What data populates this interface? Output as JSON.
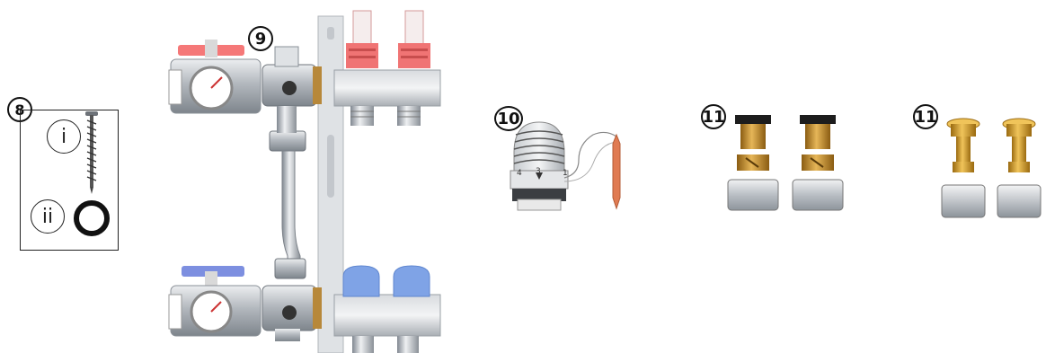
{
  "callouts": {
    "item8": "8",
    "item8_i": "i",
    "item8_ii": "ii",
    "item9": "9",
    "item10": "10",
    "item11a": "11",
    "item11b": "11"
  },
  "thermostat": {
    "scale_4": "4",
    "scale_3": "3",
    "scale_1": "1"
  },
  "colors": {
    "supply_red": "#f26a6a",
    "return_blue": "#6f8cde",
    "brass": "#c8962e",
    "chrome": "#b8bcc2",
    "sensor_copper": "#e07b52"
  }
}
